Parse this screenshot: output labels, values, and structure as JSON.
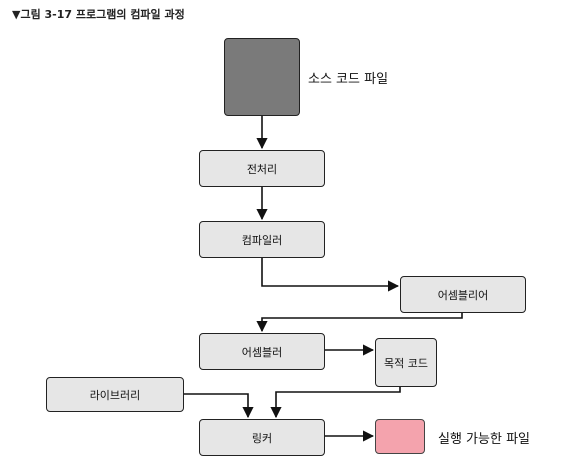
{
  "caption": "▼그림 3-17 프로그램의 컴파일 과정",
  "nodes": {
    "source_file": "소스 코드 파일",
    "preprocessor": "전처리",
    "compiler": "컴파일러",
    "assembly_language": "어셈블리어",
    "assembler": "어셈블러",
    "object_code": "목적 코드",
    "library": "라이브러리",
    "linker": "링커",
    "executable": "실행 가능한 파일"
  }
}
